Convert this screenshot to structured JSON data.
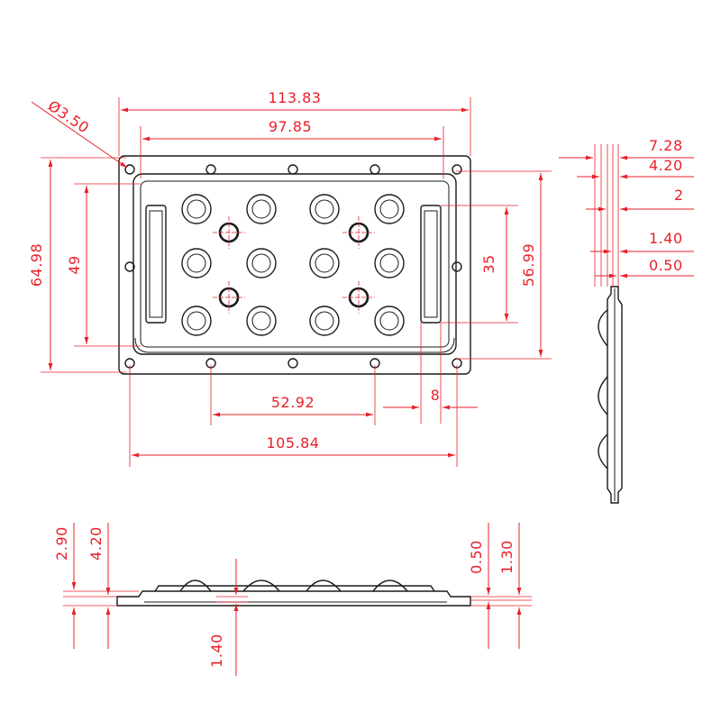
{
  "dimensions": {
    "overall_width": "113.83",
    "inner_width": "97.85",
    "hole_diameter": "Ø3.50",
    "overall_height": "64.98",
    "inner_height_left": "49",
    "rail_spacing": "35",
    "inner_height_right": "56.99",
    "hole_spacing_half": "52.92",
    "hole_spacing_full": "105.84",
    "rail_offset": "8",
    "side_total": "7.28",
    "side_lens": "4.20",
    "side_flange": "2",
    "side_base": "1.40",
    "side_edge": "0.50",
    "bottom_left_1": "2.90",
    "bottom_left_2": "4.20",
    "bottom_center": "1.40",
    "bottom_right_1": "0.50",
    "bottom_right_2": "1.30"
  },
  "colors": {
    "outline": "#1a1a1a",
    "dimension": "#e8202a"
  }
}
